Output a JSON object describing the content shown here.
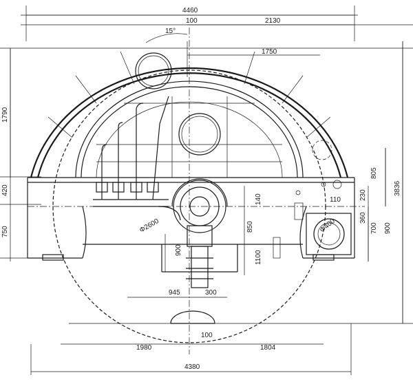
{
  "dimensions": {
    "top_total": "4460",
    "top_offset": "100",
    "top_right": "2130",
    "angle": "15°",
    "upper_radius_span": "1750",
    "left_upper": "1790",
    "left_mid": "420",
    "left_lower": "750",
    "right_805": "805",
    "right_3836": "3836",
    "right_230": "230",
    "right_360": "360",
    "right_700": "700",
    "right_900": "900",
    "center_140": "140",
    "center_850": "850",
    "center_900": "900",
    "center_1100": "1100",
    "center_110": "110",
    "dia_2600": "Φ2600",
    "dia_400": "Φ400",
    "lower_945": "945",
    "lower_300": "300",
    "bottom_100": "100",
    "bottom_left": "1980",
    "bottom_right": "1804",
    "bottom_total": "4380"
  }
}
